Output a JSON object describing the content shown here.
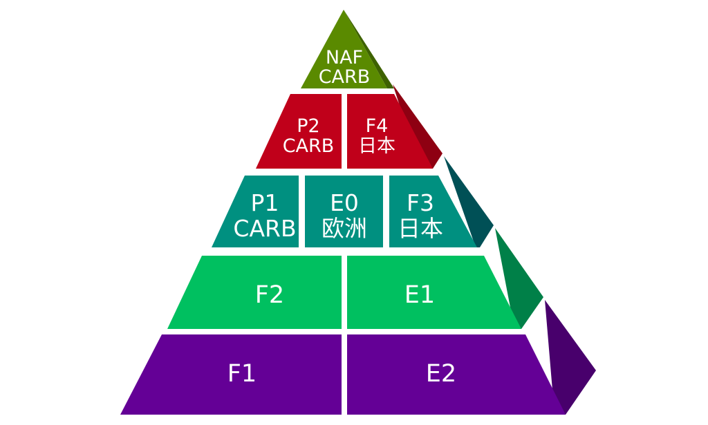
{
  "colors": {
    "top_face": "#5a8a00",
    "top_side": "#3e6200",
    "row2_face": "#c0001a",
    "row2_side": "#8e0012",
    "row3_face": "#009080",
    "row3_side": "#005056",
    "row4_face": "#00c060",
    "row4_side": "#008048",
    "row5_face": "#640096",
    "row5_side": "#48006c"
  },
  "tiers": {
    "top": {
      "line1": "NAF",
      "line2": "CARB"
    },
    "p2": {
      "line1": "P2",
      "line2": "CARB"
    },
    "f4": {
      "line1": "F4",
      "line2": "日本"
    },
    "p1": {
      "line1": "P1",
      "line2": "CARB"
    },
    "e0": {
      "line1": "E0",
      "line2": "欧洲"
    },
    "f3": {
      "line1": "F3",
      "line2": "日本"
    },
    "f2": {
      "label": "F2"
    },
    "e1": {
      "label": "E1"
    },
    "f1": {
      "label": "F1"
    },
    "e2": {
      "label": "E2"
    }
  }
}
